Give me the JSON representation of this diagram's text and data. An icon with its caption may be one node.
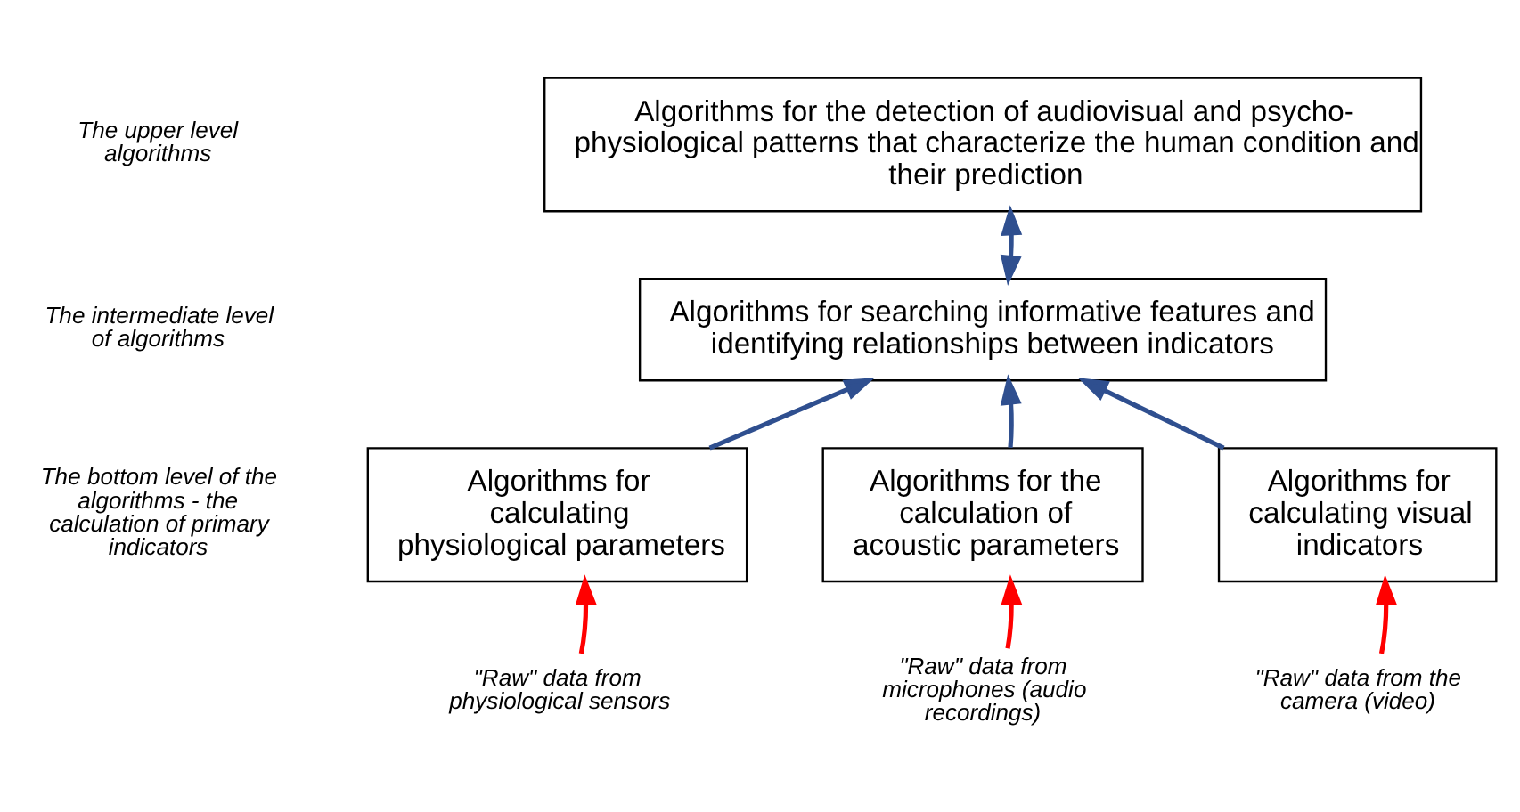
{
  "diagram": {
    "nodes": [
      {
        "text": [
          "Algorithms for the detection of audiovisual and psycho-physiological patterns that characterize the human condition and their prediction"
        ]
      },
      {
        "text": [
          "Algorithms for searching informative features and identifying relationships between indicators"
        ]
      },
      {
        "text": [
          "Algorithms for calculating physiological parameters"
        ]
      },
      {
        "text": [
          "Algorithms for the calculation of acoustic parameters"
        ]
      },
      {
        "text": [
          "Algorithms for calculating visual indicators"
        ]
      },
      {
        "text": [
          "\"Raw\" data from physiological sensors"
        ]
      },
      {
        "text": [
          "\"Raw\" data from microphones (audio recordings)"
        ]
      },
      {
        "text": [
          "\"Raw\" data from the camera (video)"
        ]
      }
    ],
    "edges": [
      {
        "from": 0,
        "to": 1,
        "arrow": "both"
      },
      {
        "from": 2,
        "to": 1,
        "arrow": "to"
      },
      {
        "from": 3,
        "to": 1,
        "arrow": "to"
      },
      {
        "from": 4,
        "to": 1,
        "arrow": "to"
      },
      {
        "from": 5,
        "to": 2,
        "arrow": "to",
        "color": "#ff0000"
      },
      {
        "from": 6,
        "to": 3,
        "arrow": "to",
        "color": "#ff0000"
      },
      {
        "from": 7,
        "to": 4,
        "arrow": "to",
        "color": "#ff0000"
      }
    ],
    "labels": [
      "The upper level algorithms",
      "The intermediate level of algorithms",
      "The bottom level of the algorithms - the calculation of primary indicators"
    ]
  }
}
